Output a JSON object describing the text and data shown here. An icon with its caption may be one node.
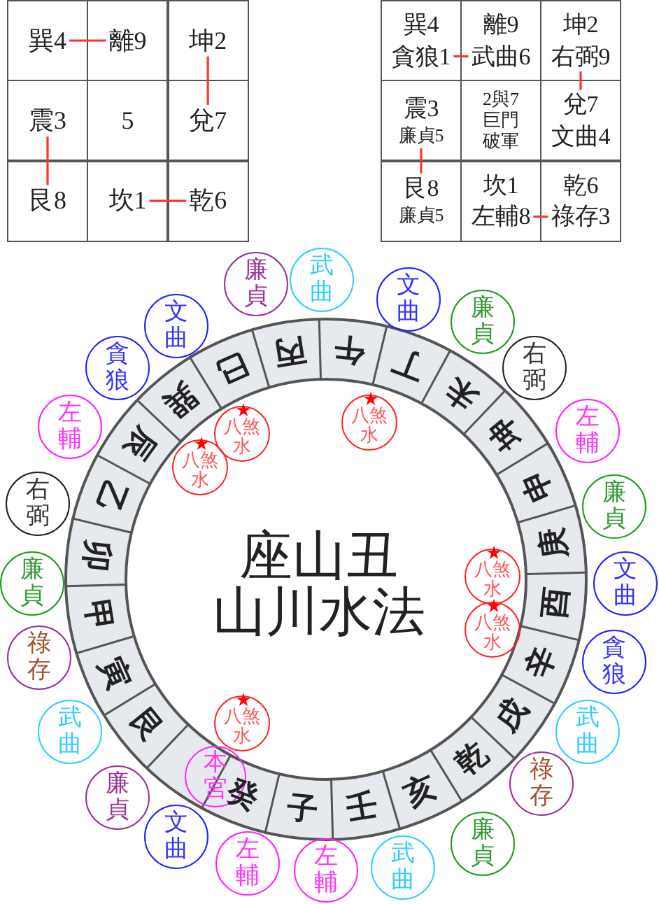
{
  "diagram": {
    "nodes": [
      {
        "text": [
          "巽4"
        ]
      },
      {
        "text": [
          "離9"
        ]
      },
      {
        "text": [
          "坤2"
        ]
      },
      {
        "text": [
          "震3"
        ]
      },
      {
        "text": [
          "5"
        ]
      },
      {
        "text": [
          "兌7"
        ]
      },
      {
        "text": [
          "艮8"
        ]
      },
      {
        "text": [
          "坎1"
        ]
      },
      {
        "text": [
          "乾6"
        ]
      },
      {
        "text": [
          "巽4",
          "貪狼1"
        ]
      },
      {
        "text": [
          "離9",
          "武曲6"
        ]
      },
      {
        "text": [
          "坤2",
          "右弼9"
        ]
      },
      {
        "text": [
          "震3",
          "廉貞5"
        ]
      },
      {
        "text": [
          "2與7",
          "巨門",
          "破軍"
        ]
      },
      {
        "text": [
          "兌7",
          "文曲4"
        ]
      },
      {
        "text": [
          "艮8",
          "廉貞5"
        ]
      },
      {
        "text": [
          "坎1",
          "左輔8"
        ]
      },
      {
        "text": [
          "乾6",
          "祿存3"
        ]
      },
      {
        "text": [
          "廉貞"
        ]
      },
      {
        "text": [
          "武曲"
        ]
      },
      {
        "text": [
          "文曲"
        ]
      },
      {
        "text": [
          "廉貞"
        ]
      },
      {
        "text": [
          "右弼"
        ]
      },
      {
        "text": [
          "左輔"
        ]
      },
      {
        "text": [
          "廉貞"
        ]
      },
      {
        "text": [
          "文曲"
        ]
      },
      {
        "text": [
          "貪狼"
        ]
      },
      {
        "text": [
          "武曲"
        ]
      },
      {
        "text": [
          "祿存"
        ]
      },
      {
        "text": [
          "廉貞"
        ]
      },
      {
        "text": [
          "武曲"
        ]
      },
      {
        "text": [
          "左輔"
        ]
      },
      {
        "text": [
          "左輔"
        ]
      },
      {
        "text": [
          "文曲"
        ]
      },
      {
        "text": [
          "廉貞"
        ]
      },
      {
        "text": [
          "武曲"
        ]
      },
      {
        "text": [
          "祿存"
        ]
      },
      {
        "text": [
          "廉貞"
        ]
      },
      {
        "text": [
          "右弼"
        ]
      },
      {
        "text": [
          "左輔"
        ]
      },
      {
        "text": [
          "貪狼"
        ]
      },
      {
        "text": [
          "文曲"
        ]
      },
      {
        "text": [
          "八煞水"
        ]
      },
      {
        "text": [
          "八煞水"
        ]
      },
      {
        "text": [
          "八煞水"
        ]
      },
      {
        "text": [
          "八煞水"
        ]
      },
      {
        "text": [
          "八煞水"
        ]
      },
      {
        "text": [
          "八煞水"
        ]
      },
      {
        "text": [
          "本宮"
        ]
      },
      {
        "text": [
          "子"
        ]
      },
      {
        "text": [
          "癸"
        ]
      },
      {
        "text": [
          "艮"
        ]
      },
      {
        "text": [
          "寅"
        ]
      },
      {
        "text": [
          "甲"
        ]
      },
      {
        "text": [
          "卯"
        ]
      },
      {
        "text": [
          "乙"
        ]
      },
      {
        "text": [
          "辰"
        ]
      },
      {
        "text": [
          "巽"
        ]
      },
      {
        "text": [
          "巳"
        ]
      },
      {
        "text": [
          "丙"
        ]
      },
      {
        "text": [
          "午"
        ]
      },
      {
        "text": [
          "丁"
        ]
      },
      {
        "text": [
          "未"
        ]
      },
      {
        "text": [
          "坤"
        ]
      },
      {
        "text": [
          "申"
        ]
      },
      {
        "text": [
          "庚"
        ]
      },
      {
        "text": [
          "酉"
        ]
      },
      {
        "text": [
          "辛"
        ]
      },
      {
        "text": [
          "戌"
        ]
      },
      {
        "text": [
          "乾"
        ]
      },
      {
        "text": [
          "亥"
        ]
      },
      {
        "text": [
          "壬"
        ]
      }
    ],
    "edges": [
      {
        "from": 0,
        "to": 1,
        "arrow": "none"
      },
      {
        "from": 2,
        "to": 5,
        "arrow": "none"
      },
      {
        "from": 3,
        "to": 6,
        "arrow": "none"
      },
      {
        "from": 7,
        "to": 8,
        "arrow": "none"
      },
      {
        "from": 9,
        "to": 10,
        "arrow": "none"
      },
      {
        "from": 11,
        "to": 14,
        "arrow": "none"
      },
      {
        "from": 12,
        "to": 15,
        "arrow": "none"
      },
      {
        "from": 16,
        "to": 17,
        "arrow": "none"
      }
    ],
    "labels": [
      "座山丑",
      "山川水法"
    ]
  }
}
